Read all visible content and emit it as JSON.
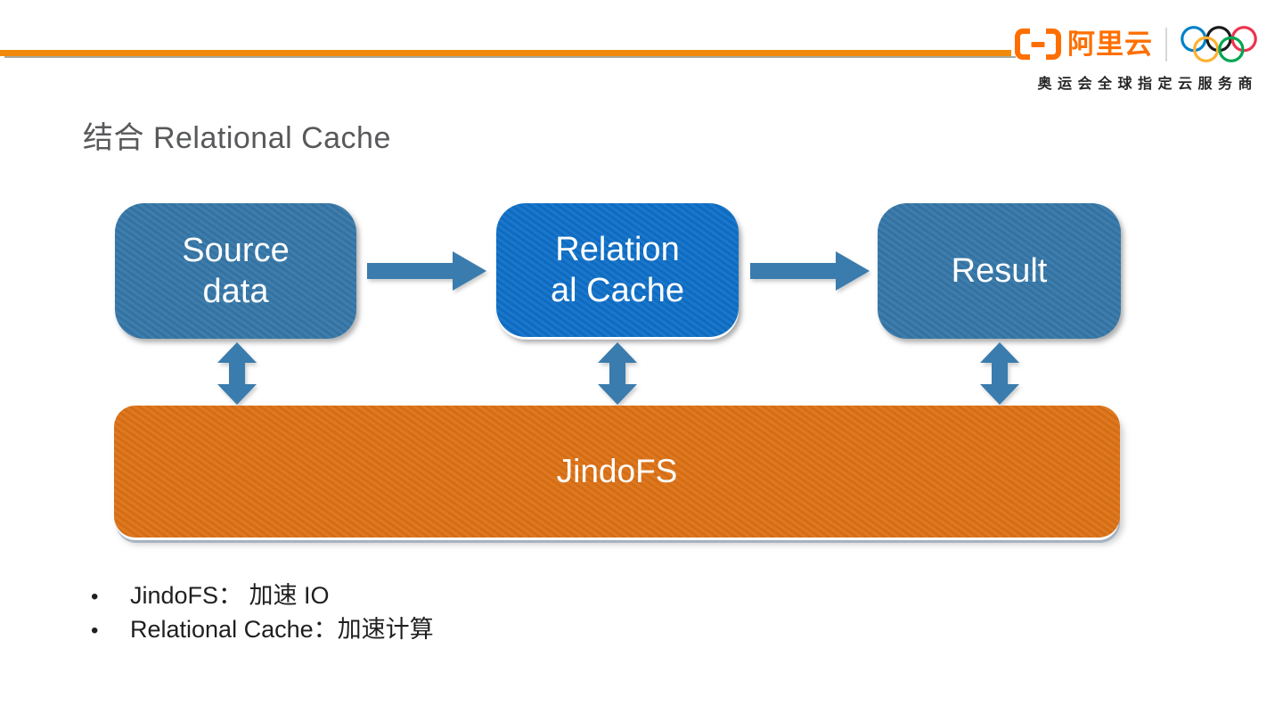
{
  "brand": {
    "logo_text": "阿里云",
    "logo_color": "#FF6F00",
    "tagline": "奥运会全球指定云服务商",
    "olympic_ring_colors": [
      "#0081C8",
      "#1A1A1A",
      "#EE334E",
      "#FCB131",
      "#00A651"
    ]
  },
  "title": "结合  Relational Cache",
  "diagram": {
    "colors": {
      "steel_blue": "#3577A8",
      "bright_blue": "#0F70C8",
      "jindofs_orange": "#DD7215",
      "arrow_blue": "#3A7CAD",
      "header_rule_orange": "#F18A0C"
    },
    "source_box": {
      "line1": "Source",
      "line2": "data"
    },
    "cache_box": {
      "line1": "Relation",
      "line2": "al Cache"
    },
    "result_box": {
      "label": "Result"
    },
    "jindofs_box": {
      "label": "JindoFS"
    }
  },
  "bullets": [
    {
      "marker": "•",
      "text": "JindoFS： 加速 IO"
    },
    {
      "marker": "•",
      "text": "Relational Cache：加速计算"
    }
  ]
}
